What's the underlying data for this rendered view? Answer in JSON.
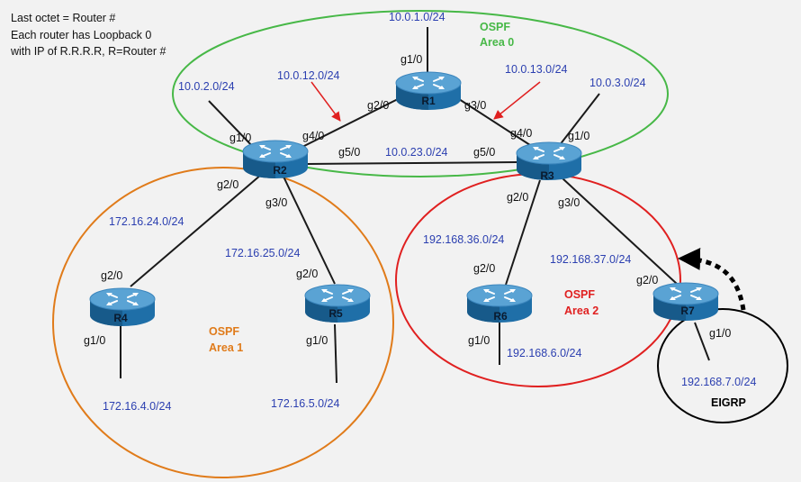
{
  "notes": [
    "Last octet = Router #",
    "Each router has Loopback 0",
    "with IP of R.R.R.R, R=Router #"
  ],
  "routers": {
    "r1": "R1",
    "r2": "R2",
    "r3": "R3",
    "r4": "R4",
    "r5": "R5",
    "r6": "R6",
    "r7": "R7"
  },
  "areas": {
    "area0": {
      "line1": "OSPF",
      "line2": "Area 0",
      "color": "#47b847"
    },
    "area1": {
      "line1": "OSPF",
      "line2": "Area 1",
      "color": "#e07b1a"
    },
    "area2": {
      "line1": "OSPF",
      "line2": "Area 2",
      "color": "#e02020"
    },
    "eigrp": {
      "label": "EIGRP",
      "color": "#000000"
    }
  },
  "networks": {
    "n_10_0_1": "10.0.1.0/24",
    "n_10_0_2": "10.0.2.0/24",
    "n_10_0_12": "10.0.12.0/24",
    "n_10_0_13": "10.0.13.0/24",
    "n_10_0_3": "10.0.3.0/24",
    "n_10_0_23": "10.0.23.0/24",
    "n_172_16_24": "172.16.24.0/24",
    "n_172_16_25": "172.16.25.0/24",
    "n_172_16_4": "172.16.4.0/24",
    "n_172_16_5": "172.16.5.0/24",
    "n_192_168_36": "192.168.36.0/24",
    "n_192_168_37": "192.168.37.0/24",
    "n_192_168_6": "192.168.6.0/24",
    "n_192_168_7": "192.168.7.0/24"
  },
  "interfaces": {
    "r1_g10": "g1/0",
    "r1_g20": "g2/0",
    "r1_g30": "g3/0",
    "r2_g10": "g1/0",
    "r2_g40": "g4/0",
    "r2_g50": "g5/0",
    "r2_g20": "g2/0",
    "r2_g30": "g3/0",
    "r3_g40": "g4/0",
    "r3_g10": "g1/0",
    "r3_g50": "g5/0",
    "r3_g20": "g2/0",
    "r3_g30": "g3/0",
    "r4_g20": "g2/0",
    "r4_g10": "g1/0",
    "r5_g20": "g2/0",
    "r5_g10": "g1/0",
    "r6_g20": "g2/0",
    "r6_g10": "g1/0",
    "r7_g20": "g2/0",
    "r7_g10": "g1/0"
  },
  "colors": {
    "network_text": "#2b3fb0",
    "router_body": "#1f6fa8",
    "router_top": "#5aa3d4",
    "arrow_red": "#e02020"
  }
}
